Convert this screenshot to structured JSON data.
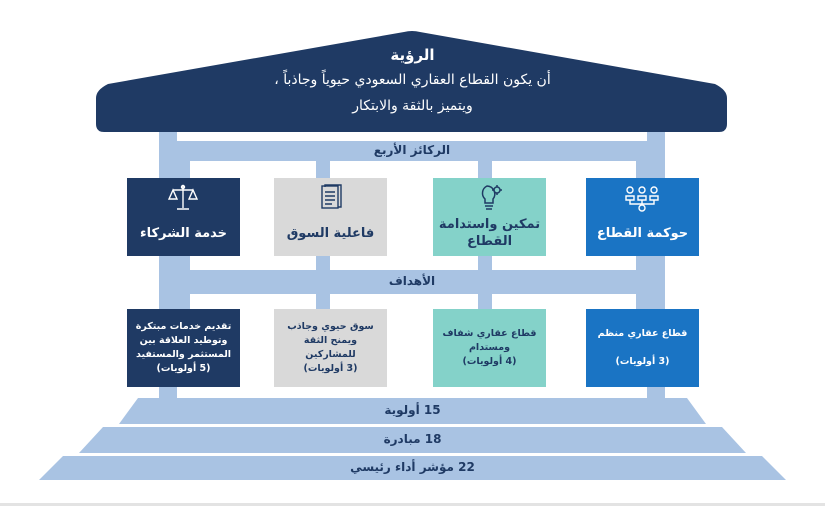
{
  "vision": {
    "title": "الرؤية",
    "line1": "أن يكون القطاع العقاري السعودي حيوياً وجاذباً ،",
    "line2": "ويتميز بالثقة والابتكار"
  },
  "pillars_label": "الركائز الأربع",
  "goals_label": "الأهداف",
  "pillars": [
    {
      "label": "حوكمة القطاع",
      "icon": "network-gear-icon",
      "color": "#1a74c4",
      "text_color": "#ffffff"
    },
    {
      "label": "تمكين واستدامة القطاع",
      "icon": "lightbulb-gear-icon",
      "color": "#84d2c9",
      "text_color": "#1f3a64"
    },
    {
      "label": "فاعلية السوق",
      "icon": "document-icon",
      "color": "#d9d9d9",
      "text_color": "#1f3a64"
    },
    {
      "label": "خدمة الشركاء",
      "icon": "scales-icon",
      "color": "#1f3a64",
      "text_color": "#ffffff"
    }
  ],
  "goals": [
    {
      "lines": [
        "قطاع عقاري منظم",
        "",
        "(3 أولويات)"
      ],
      "color": "#1a74c4",
      "text_color": "#ffffff"
    },
    {
      "lines": [
        "قطاع عقاري شفاف",
        "ومستدام",
        "(4 أولويات)"
      ],
      "color": "#84d2c9",
      "text_color": "#1f3a64"
    },
    {
      "lines": [
        "سوق حيوي وجاذب",
        "ويمنح الثقة للمشاركين",
        "(3 أولويات)"
      ],
      "color": "#d9d9d9",
      "text_color": "#1f3a64"
    },
    {
      "lines": [
        "تقديم خدمات مبتكرة",
        "وتوطيد العلاقة بين",
        "المستثمر والمستفيد",
        "(5 أولويات)"
      ],
      "color": "#1f3a64",
      "text_color": "#ffffff"
    }
  ],
  "steps": [
    {
      "label": "15 أولوية"
    },
    {
      "label": "18 مبادرة"
    },
    {
      "label": "22 مؤشر أداء رئيسي"
    }
  ],
  "colors": {
    "navy": "#1f3a64",
    "frame": "#a9c3e3"
  }
}
